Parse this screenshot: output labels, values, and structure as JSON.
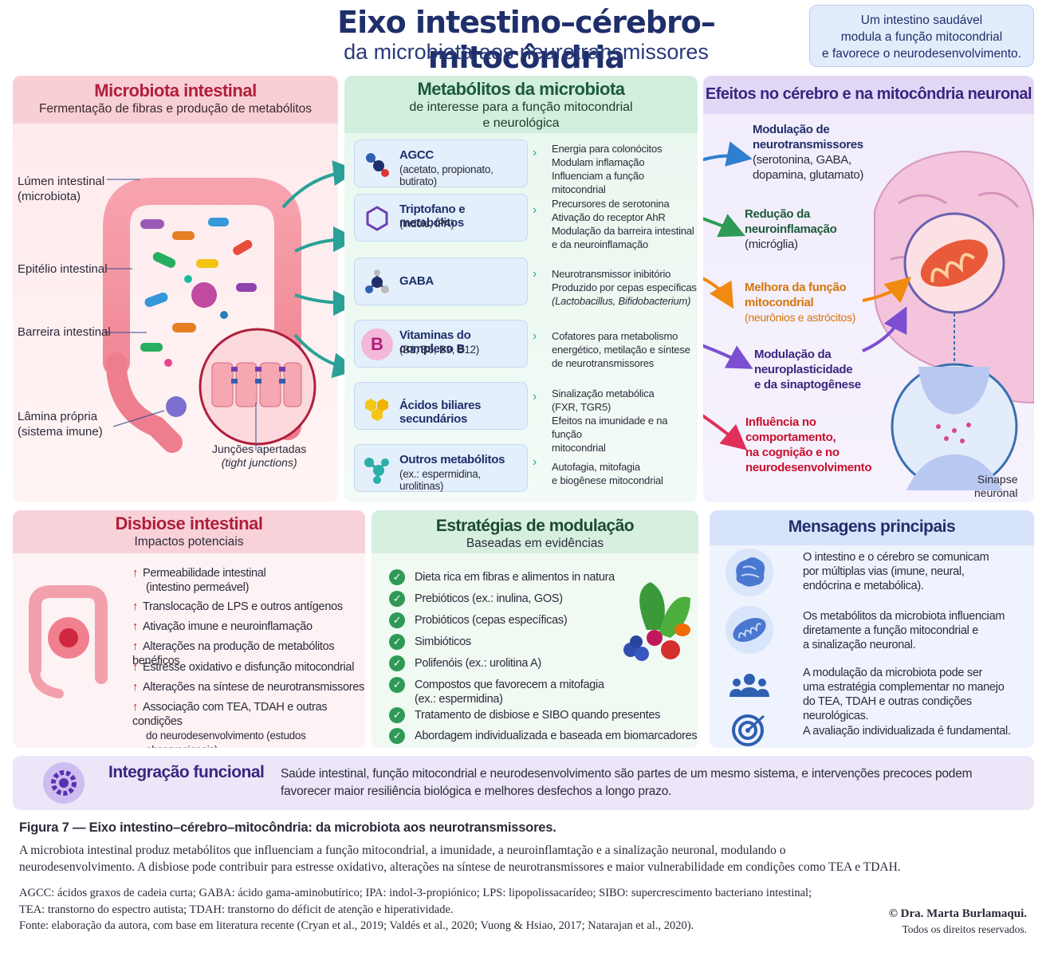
{
  "header": {
    "title": "Eixo intestino–cérebro–mitocôndria",
    "subtitle": "da microbiota aos neurotransmissores",
    "callout": [
      "Um intestino saudável",
      "modula a função mitocondrial",
      "e favorece o neurodesenvolvimento."
    ]
  },
  "microbiota": {
    "title": "Microbiota intestinal",
    "subtitle": "Fermentação de fibras e produção de metabólitos",
    "labels": {
      "lumen": [
        "Lúmen intestinal",
        "(microbiota)"
      ],
      "epithelium": "Epitélio intestinal",
      "barrier": "Barreira intestinal",
      "lamina": [
        "Lâmina própria",
        "(sistema imune)"
      ],
      "junctions": [
        "Junções apertadas",
        "(tight junctions)"
      ]
    }
  },
  "metabolites": {
    "title": "Metabólitos da microbiota",
    "subtitle": [
      "de interesse para a função mitocondrial",
      "e neurológica"
    ],
    "items": [
      {
        "name": "AGCC",
        "sub": "(acetato, propionato, butirato)",
        "desc": [
          "Energia para colonócitos",
          "Modulam inflamação",
          "Influenciam a função mitocondrial"
        ]
      },
      {
        "name": "Triptofano e metabólitos",
        "sub": "(indóis, IPA)",
        "desc": [
          "Precursores de serotonina",
          "Ativação do receptor AhR",
          "Modulação da barreira intestinal",
          "e da neuroinflamação"
        ]
      },
      {
        "name": "GABA",
        "sub": "",
        "desc": [
          "Neurotransmissor inibitório",
          "Produzido por cepas específicas",
          "(Lactobacillus, Bifidobacterium)"
        ]
      },
      {
        "name": "Vitaminas do complexo B",
        "sub": "(B1, B6, B9, B12)",
        "icon": "B",
        "desc": [
          "Cofatores para metabolismo",
          "energético, metilação e síntese",
          "de neurotransmissores"
        ]
      },
      {
        "name": "Ácidos biliares secundários",
        "sub": "",
        "desc": [
          "Sinalização metabólica",
          "(FXR, TGR5)",
          "Efeitos na imunidade e na função",
          "mitocondrial"
        ]
      },
      {
        "name": "Outros metabólitos",
        "sub": "(ex.: espermidina, urolitinas)",
        "desc": [
          "Autofagia, mitofagia",
          "e biogênese mitocondrial"
        ]
      }
    ]
  },
  "effects": {
    "title": "Efeitos no cérebro e na mitocôndria neuronal",
    "items": [
      {
        "head": [
          "Modulação de",
          "neurotransmissores"
        ],
        "sub": [
          "(serotonina, GABA,",
          "dopamina, glutamato)"
        ],
        "color": "#1f2f6b"
      },
      {
        "head": [
          "Redução da",
          "neuroinflamação"
        ],
        "sub": [
          "(micróglia)"
        ],
        "color": "#1c5a3a"
      },
      {
        "head": [
          "Melhora da função",
          "mitocondrial"
        ],
        "sub": [
          "(neurônios e astrócitos)"
        ],
        "color": "#d4760a"
      },
      {
        "head": [
          "Modulação da",
          "neuroplasticidade",
          "e da sinaptogênese"
        ],
        "sub": [],
        "color": "#3b2580"
      },
      {
        "head": [
          "Influência no",
          "comportamento,",
          "na cognição e no",
          "neurodesenvolvimento"
        ],
        "sub": [],
        "color": "#c8102e"
      }
    ],
    "synapse": [
      "Sinapse",
      "neuronal"
    ]
  },
  "dysbiosis": {
    "title": "Disbiose intestinal",
    "subtitle": "Impactos potenciais",
    "items": [
      [
        "Permeabilidade intestinal",
        "(intestino permeável)"
      ],
      [
        "Translocação de LPS e outros antígenos"
      ],
      [
        "Ativação imune e neuroinflamação"
      ],
      [
        "Alterações na produção de metabólitos benéficos"
      ],
      [
        "Estresse oxidativo e disfunção mitocondrial"
      ],
      [
        "Alterações na síntese de neurotransmissores"
      ],
      [
        "Associação com TEA, TDAH e outras condições",
        "do neurodesenvolvimento (estudos observacionais)"
      ]
    ]
  },
  "strategies": {
    "title": "Estratégias de modulação",
    "subtitle": "Baseadas em evidências",
    "items": [
      [
        "Dieta rica em fibras e alimentos in natura"
      ],
      [
        "Prebióticos (ex.: inulina, GOS)"
      ],
      [
        "Probióticos (cepas específicas)"
      ],
      [
        "Simbióticos"
      ],
      [
        "Polifenóis (ex.: urolitina A)"
      ],
      [
        "Compostos que favorecem a mitofagia",
        "(ex.: espermidina)"
      ],
      [
        "Tratamento de disbiose e SIBO quando presentes"
      ],
      [
        "Abordagem individualizada e baseada em biomarcadores"
      ]
    ]
  },
  "messages": {
    "title": "Mensagens principais",
    "items": [
      {
        "icon": "brain-icon",
        "text": [
          "O intestino e o cérebro se comunicam",
          "por múltiplas vias (imune, neural,",
          "endócrina e metabólica)."
        ]
      },
      {
        "icon": "mitochondria-icon",
        "text": [
          "Os metabólitos da microbiota influenciam",
          "diretamente a função mitocondrial e",
          "a sinalização neuronal."
        ]
      },
      {
        "icon": "people-icon",
        "text": [
          "A modulação da microbiota pode ser",
          "uma estratégia complementar no manejo",
          "do TEA, TDAH e outras condições neurológicas."
        ]
      },
      {
        "icon": "target-icon",
        "text": [
          "A avaliação individualizada é fundamental."
        ]
      }
    ]
  },
  "integration": {
    "title": "Integração funcional",
    "text": [
      "Saúde intestinal, função mitocondrial e neurodesenvolvimento são partes de um mesmo sistema, e intervenções precoces podem",
      "favorecer maior resiliência biológica e melhores desfechos a longo prazo."
    ]
  },
  "caption": {
    "title": "Figura 7 — Eixo intestino–cérebro–mitocôndria: da microbiota aos neurotransmissores.",
    "body": [
      "A microbiota intestinal produz metabólitos que influenciam a função mitocondrial, a imunidade, a neuroinflamtação e a sinalização neuronal, modulando o",
      "neurodesenvolvimento. A disbiose pode contribuir para estresse oxidativo, alterações na síntese de neurotransmissores e maior vulnerabilidade em condições como TEA e TDAH."
    ],
    "abbr1": "AGCC: ácidos graxos de cadeia curta; GABA: ácido gama-aminobutírico; IPA: indol-3-propiónico; LPS: lipopolissacarídeo; SIBO: supercrescimento bacteriano intestinal;",
    "abbr2": "TEA: transtorno do espectro autista; TDAH: transtorno do déficit de atenção e hiperatividade.",
    "source": "Fonte: elaboração da autora, com base em literatura recente (Cryan et al., 2019; Valdés et al., 2020; Vuong & Hsiao, 2017; Natarajan et al., 2020).",
    "copyright": "© Dra. Marta Burlamaqui.",
    "rights": "Todos os direitos reservados."
  }
}
